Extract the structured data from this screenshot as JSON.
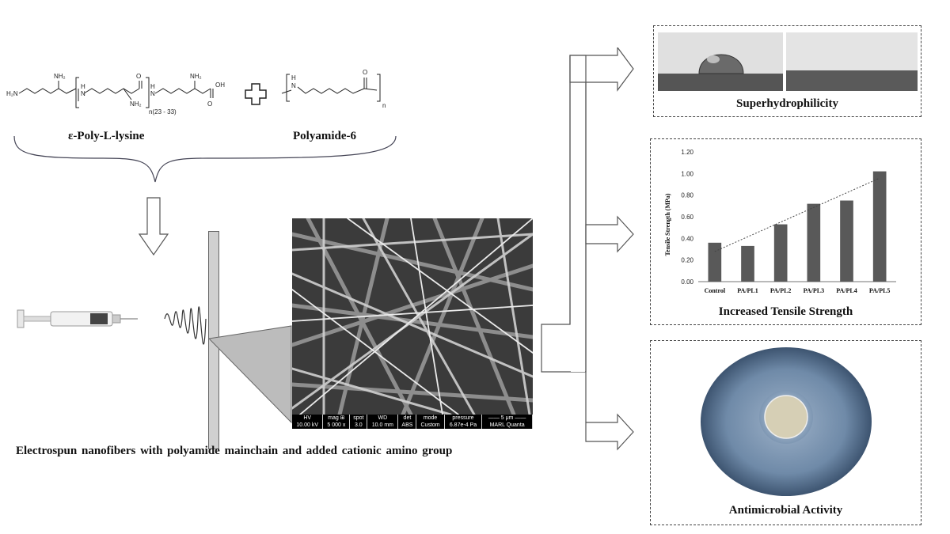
{
  "chemistry": {
    "polylysine": {
      "name": "ε-Poly-L-lysine",
      "labels": [
        "H₂N",
        "NH₂",
        "H",
        "N",
        "O",
        "NH₂",
        "H",
        "N",
        "NH₂",
        "OH",
        "O"
      ],
      "repeat": "n(23 - 33)"
    },
    "polyamide": {
      "name": "Polyamide-6",
      "labels": [
        "H",
        "N",
        "O"
      ],
      "repeat": "n"
    }
  },
  "process": {
    "caption": "Electrospun nanofibers with polyamide mainchain and added cationic amino group"
  },
  "sem": {
    "headers": [
      "HV",
      "mag ⊞",
      "spot",
      "WD",
      "det",
      "mode",
      "pressure",
      "—— 5 μm ——"
    ],
    "values": [
      "10.00 kV",
      "5 000 x",
      "3.0",
      "10.0 mm",
      "ABS",
      "Custom",
      "6.87e-4 Pa",
      "MARL Quanta"
    ]
  },
  "panels": {
    "superhydrophilicity": "Superhydrophilicity",
    "tensile": "Increased Tensile Strength",
    "antimicrobial": "Antimicrobial Activity"
  },
  "chart_data": {
    "type": "bar",
    "categories": [
      "Control",
      "PA/PL1",
      "PA/PL2",
      "PA/PL3",
      "PA/PL4",
      "PA/PL5"
    ],
    "values": [
      0.36,
      0.33,
      0.53,
      0.72,
      0.75,
      1.02
    ],
    "ylabel": "Tensile Strength (MPa)",
    "ylim": [
      0,
      1.2
    ],
    "yticks": [
      "0.00",
      "0.20",
      "0.40",
      "0.60",
      "0.80",
      "1.00",
      "1.20"
    ],
    "trendline": "linear, dotted",
    "bar_color": "#595959"
  },
  "colors": {
    "bar": "#595959",
    "arrow_fill": "#ffffff",
    "arrow_stroke": "#555555",
    "agar": "#6f8aa8"
  }
}
